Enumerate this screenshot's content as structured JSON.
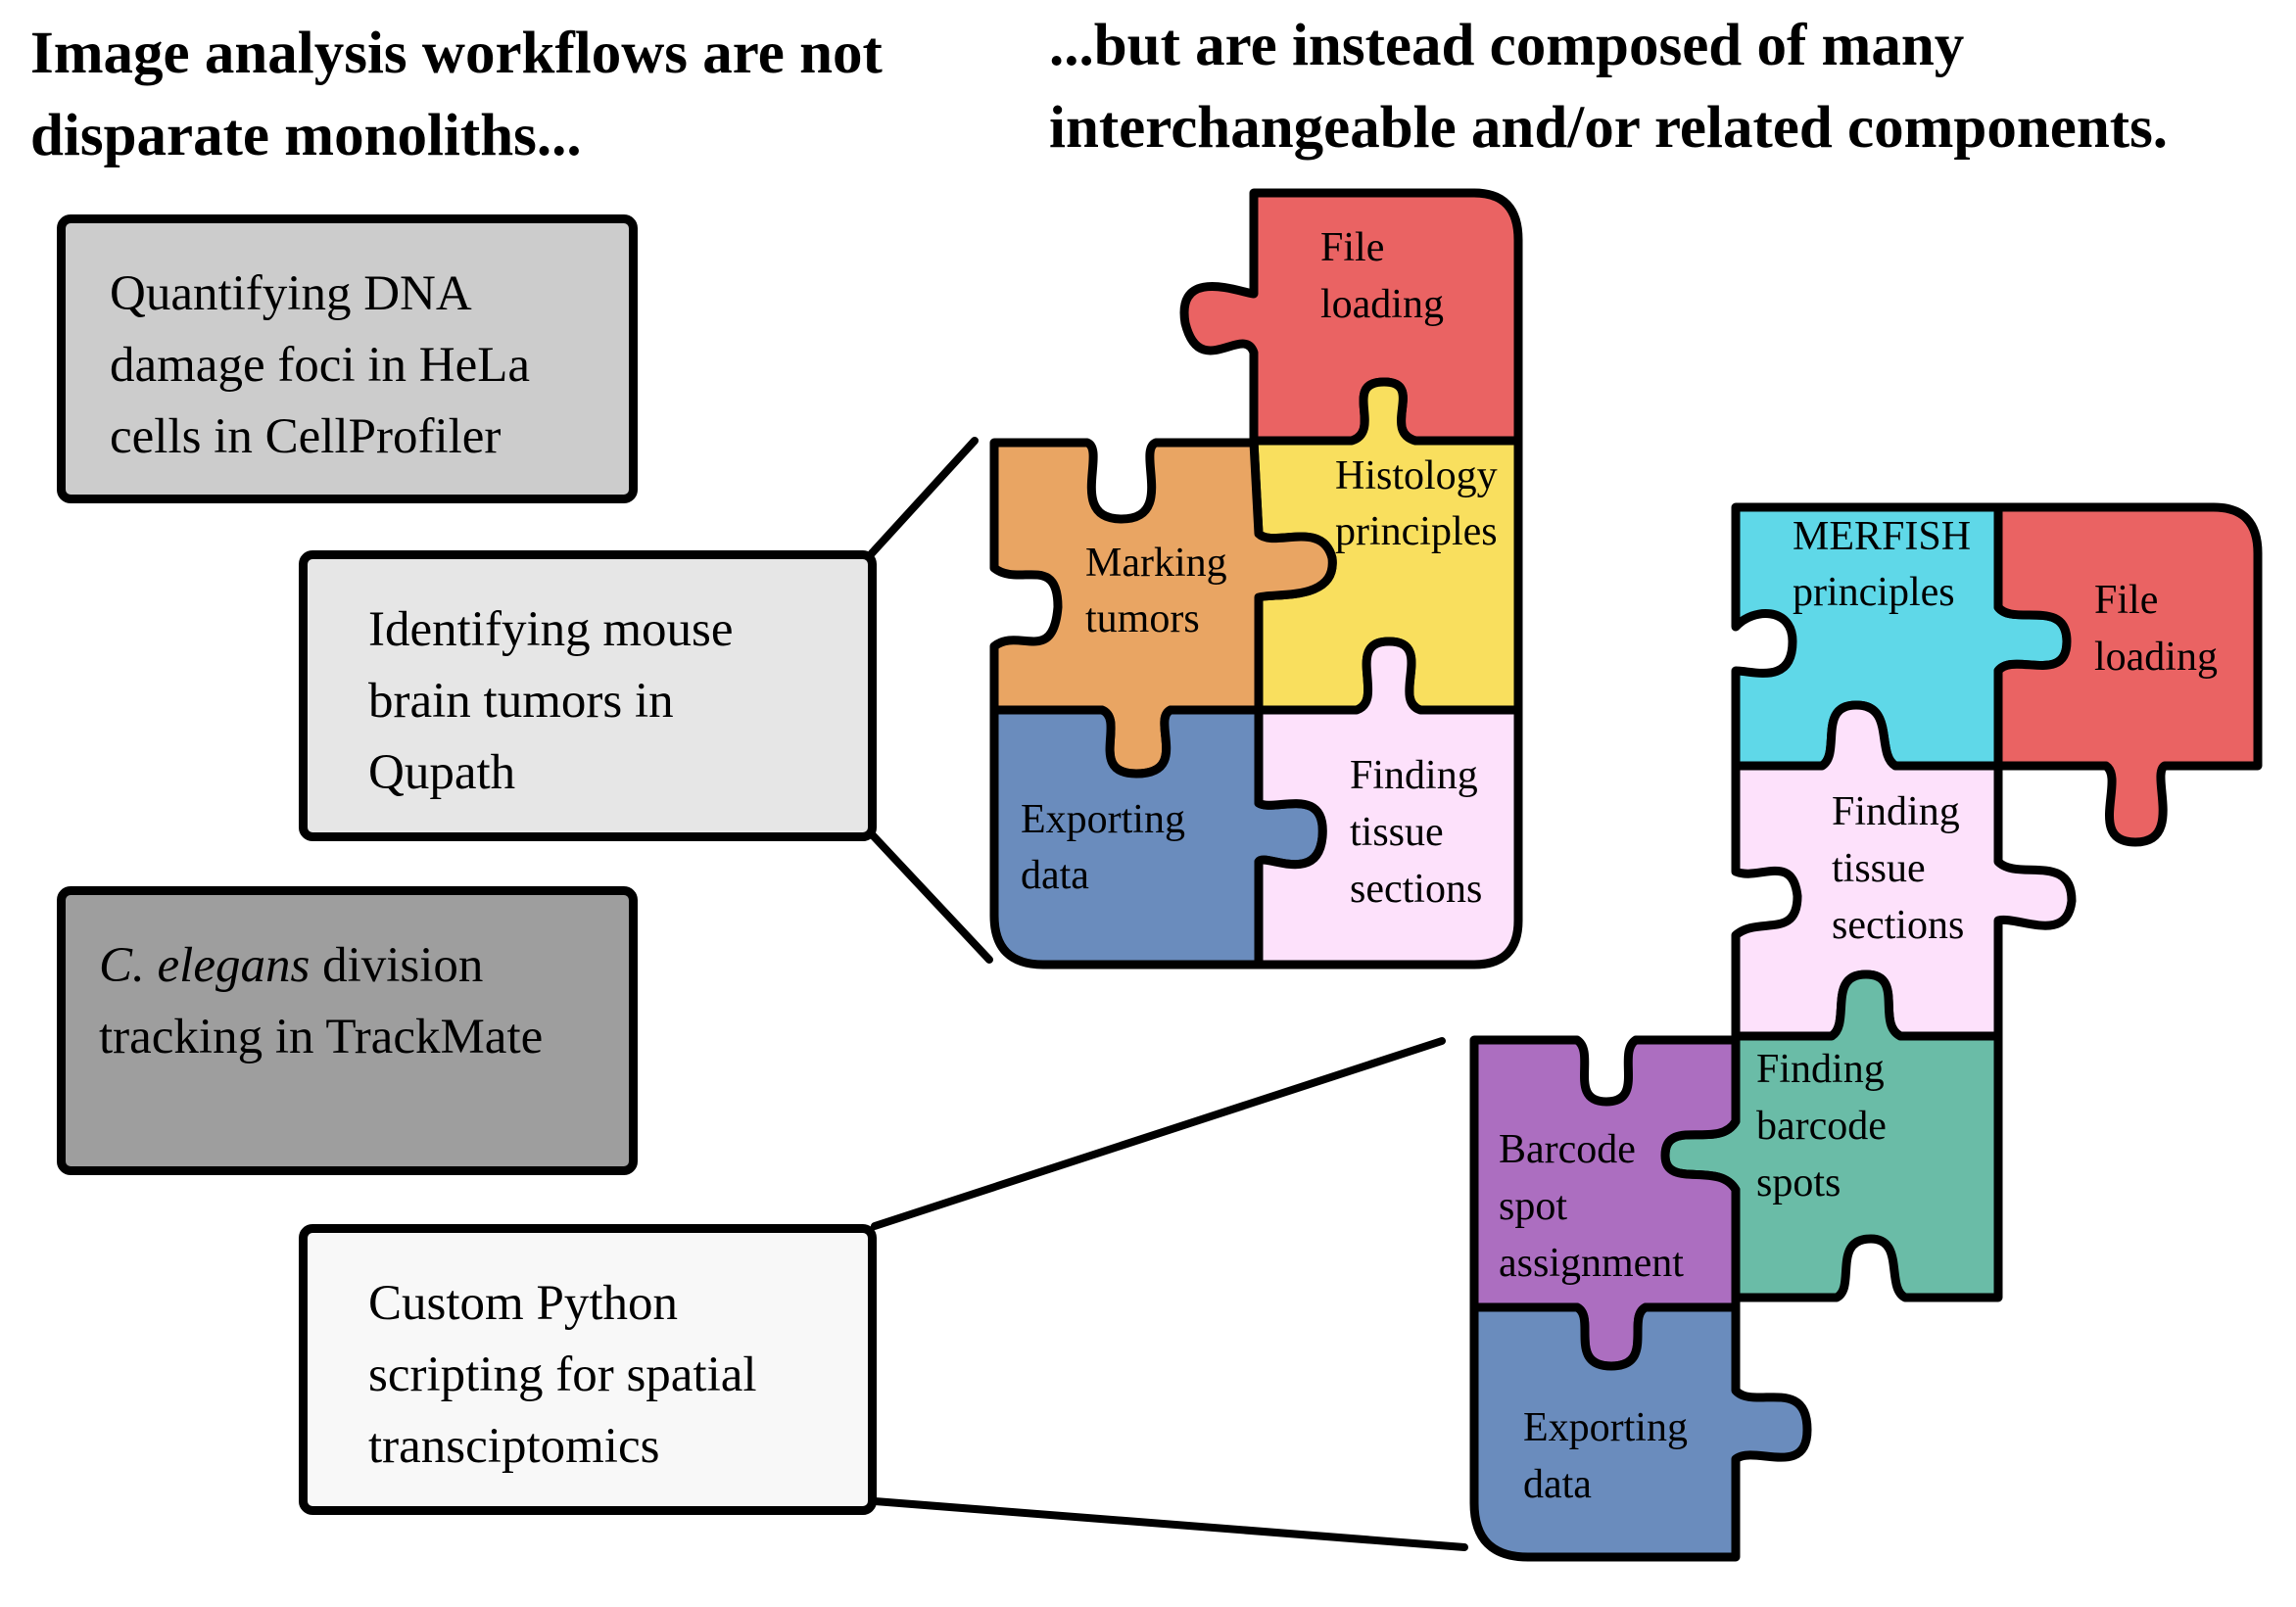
{
  "headings": {
    "left": [
      "Image analysis workflows are not",
      "disparate monoliths..."
    ],
    "right": [
      "...but are instead composed of many",
      "interchangeable and/or related components."
    ]
  },
  "workflows": {
    "dna": [
      "Quantifying DNA",
      "damage foci in HeLa",
      "cells in CellProfiler"
    ],
    "mouse": [
      "Identifying mouse",
      "brain tumors in",
      "Qupath"
    ],
    "elegans": {
      "italic": "C. elegans",
      "rest": " division",
      "line2": "tracking in TrackMate"
    },
    "python": [
      "Custom Python",
      "scripting for spatial",
      "transciptomics"
    ]
  },
  "colors": {
    "file_loading": "#ea6363",
    "histology": "#f9df5e",
    "marking_tumors": "#e9a563",
    "exporting": "#6a8cbd",
    "finding_tissue": "#fde1fb",
    "merfish": "#5fd8e8",
    "barcode_assignment": "#ac6ec0",
    "barcode_spots": "#6abca7",
    "outline": "#000000"
  },
  "puzzle_mouse": {
    "file_loading": [
      "File",
      "loading"
    ],
    "histology": [
      "Histology",
      "principles"
    ],
    "marking_tumors": [
      "Marking",
      "tumors"
    ],
    "exporting": [
      "Exporting",
      "data"
    ],
    "finding_tissue": [
      "Finding",
      "tissue",
      "sections"
    ]
  },
  "puzzle_python": {
    "merfish": [
      "MERFISH",
      "principles"
    ],
    "file_loading": [
      "File",
      "loading"
    ],
    "finding_tissue": [
      "Finding",
      "tissue",
      "sections"
    ],
    "barcode_spots": [
      "Finding",
      "barcode",
      "spots"
    ],
    "barcode_assignment": [
      "Barcode",
      "spot",
      "assignment"
    ],
    "exporting": [
      "Exporting",
      "data"
    ]
  }
}
